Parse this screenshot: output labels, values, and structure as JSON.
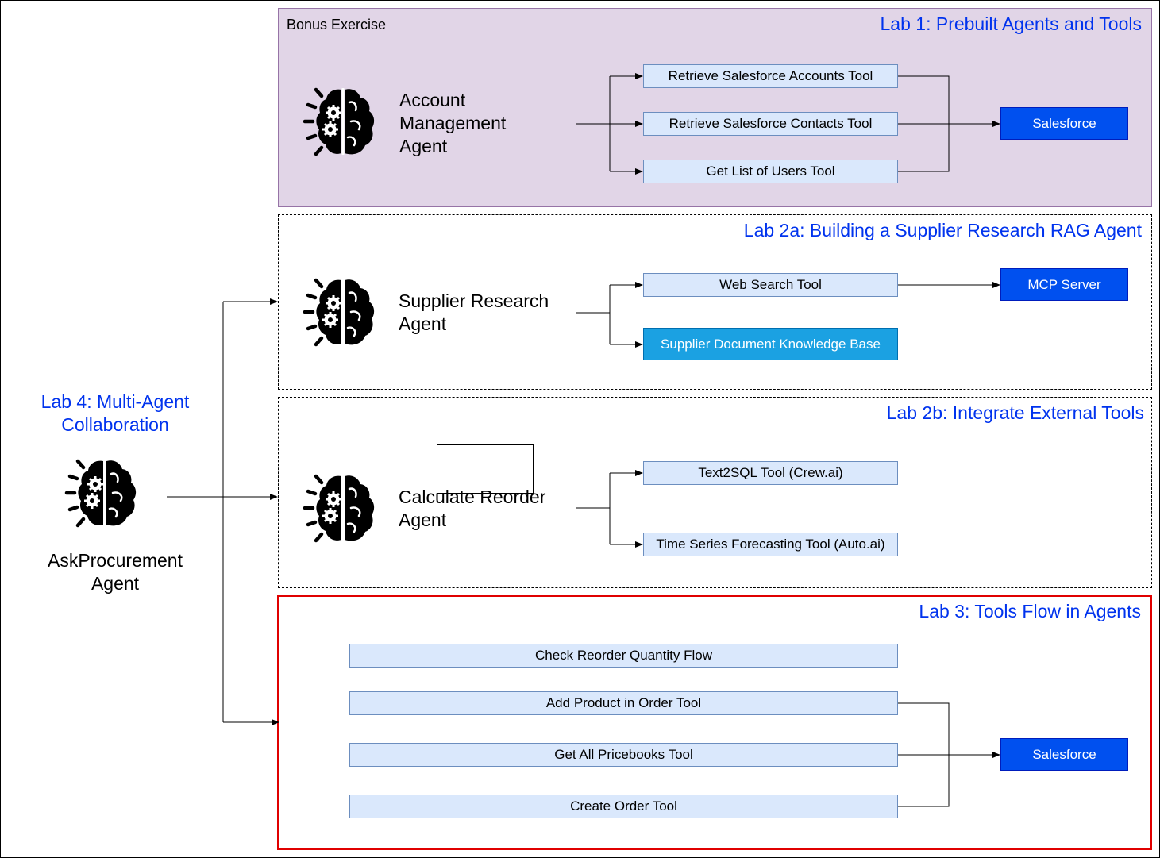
{
  "bonus_label": "Bonus Exercise",
  "lab1": {
    "title": "Lab 1: Prebuilt Agents and Tools",
    "agent": [
      "Account",
      "Management",
      "Agent"
    ],
    "tools": [
      "Retrieve Salesforce Accounts Tool",
      "Retrieve Salesforce Contacts Tool",
      "Get List of Users Tool"
    ],
    "target": "Salesforce"
  },
  "lab2a": {
    "title": "Lab 2a: Building a Supplier Research RAG Agent",
    "agent": [
      "Supplier Research",
      "Agent"
    ],
    "tools": [
      "Web Search Tool"
    ],
    "knowledge_base": "Supplier Document Knowledge Base",
    "target": "MCP Server"
  },
  "lab2b": {
    "title": "Lab 2b: Integrate External Tools",
    "agent": [
      "Calculate Reorder",
      "Agent"
    ],
    "tools": [
      "Text2SQL Tool (Crew.ai)",
      "Time Series Forecasting Tool (Auto.ai)"
    ]
  },
  "lab3": {
    "title": "Lab 3: Tools Flow in Agents",
    "tools": [
      "Check Reorder Quantity Flow",
      "Add Product in Order Tool",
      "Get All Pricebooks Tool",
      "Create Order Tool"
    ],
    "target": "Salesforce"
  },
  "lab4": {
    "title": [
      "Lab 4: Multi-Agent",
      "Collaboration"
    ],
    "agent": [
      "AskProcurement",
      "Agent"
    ]
  },
  "icons": {
    "agent": "brain-gear-icon"
  },
  "colors": {
    "lab_title": "#0033ee",
    "bonus_fill": "#e1d5e7",
    "tool_fill": "#dae8fc",
    "external_fill": "#0050ef",
    "knowledge_base_fill": "#1ba1e2",
    "lab3_border": "#e00000"
  }
}
